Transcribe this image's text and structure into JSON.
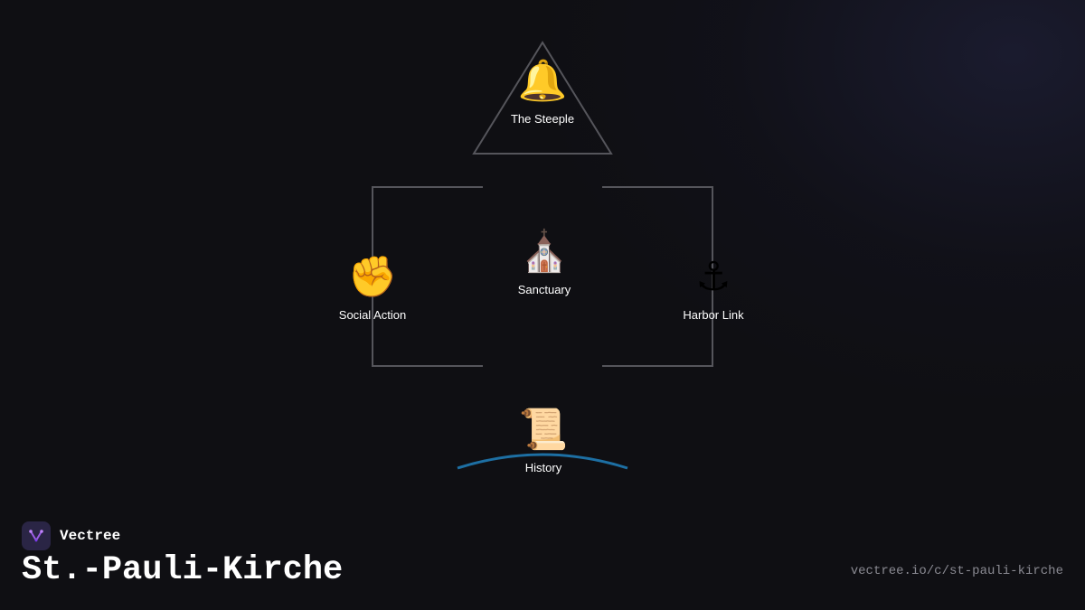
{
  "colors": {
    "background": "#0f0f13",
    "line": "#55555b",
    "arc": "#1d6fa3",
    "text": "#ffffff",
    "url_text": "#8a8a92",
    "logo_bg": "#2a2545",
    "logo_accent": "#9b5de5"
  },
  "nodes": {
    "steeple": {
      "label": "The Steeple",
      "icon": "bell-icon",
      "glyph": "🔔"
    },
    "sanctuary": {
      "label": "Sanctuary",
      "icon": "church-icon",
      "glyph": "⛪"
    },
    "social_action": {
      "label": "Social Action",
      "icon": "raised-fist-icon",
      "glyph": "✊"
    },
    "harbor_link": {
      "label": "Harbor Link",
      "icon": "anchor-icon",
      "glyph": "⚓"
    },
    "history": {
      "label": "History",
      "icon": "scroll-icon",
      "glyph": "📜"
    }
  },
  "brand": {
    "name": "Vectree",
    "icon": "vectree-logo-icon"
  },
  "title": "St.-Pauli-Kirche",
  "url": "vectree.io/c/st-pauli-kirche"
}
